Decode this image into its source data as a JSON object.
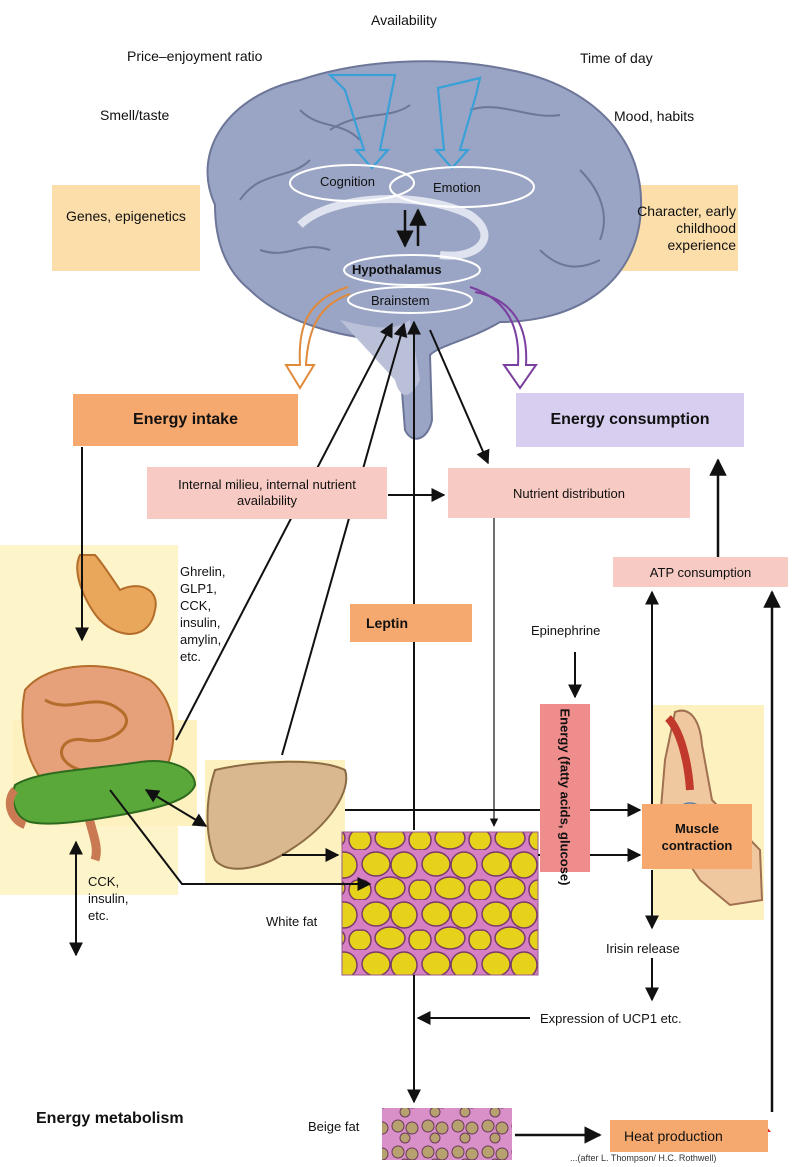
{
  "influences": {
    "availability": "Availability",
    "price": "Price–enjoyment ratio",
    "time": "Time of day",
    "smell": "Smell/taste",
    "mood": "Mood, habits",
    "genes": "Genes, epigenetics",
    "character": "Character, early childhood experience"
  },
  "brain_regions": {
    "cognition": "Cognition",
    "emotion": "Emotion",
    "hypothalamus": "Hypothalamus",
    "brainstem": "Brainstem"
  },
  "boxes": {
    "energy_intake": "Energy intake",
    "energy_consumption": "Energy consumption",
    "internal_milieu": "Internal milieu, internal nutrient availability",
    "nutrient_distribution": "Nutrient distribution",
    "atp_consumption": "ATP consumption",
    "leptin": "Leptin",
    "energy_fa_glucose": "Energy (fatty acids, glucose)",
    "muscle_contraction": "Muscle contraction",
    "heat_production": "Heat production"
  },
  "labels": {
    "gut_hormones": "Ghrelin, GLP1, CCK, insulin, amylin, etc.",
    "pancreas_hormones": "CCK, insulin, etc.",
    "epinephrine": "Epinephrine",
    "irisin": "Irisin release",
    "ucp1": "Expression of UCP1 etc.",
    "white_fat": "White fat",
    "beige_fat": "Beige fat",
    "energy_metabolism": "Energy metabolism",
    "credit": "...(after L. Thompson/ H.C. Rothwell)"
  },
  "colors": {
    "orange_box": "#f6a96f",
    "pink_box": "#f7cbc3",
    "lavender_box": "#d8cff0",
    "tan_box": "#fbdeaa",
    "energy_red": "#ef8c8c",
    "brain": "#9aa4c4",
    "fat_yellow": "#e6d21a",
    "heat_arrow": "#e2231a"
  }
}
